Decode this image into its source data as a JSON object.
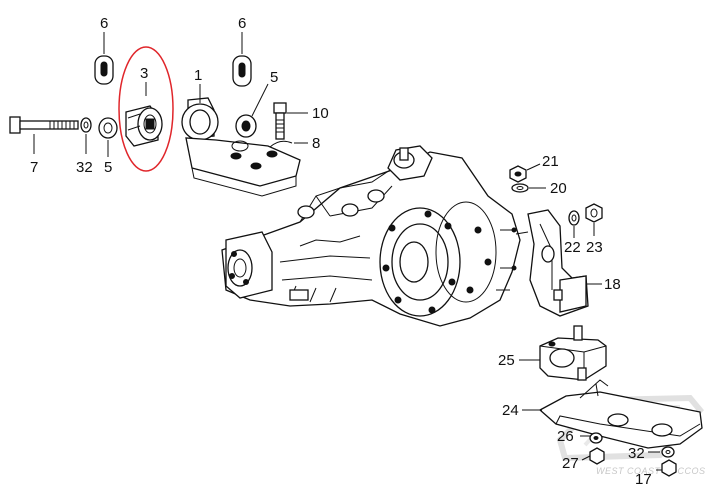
{
  "diagram": {
    "callouts": {
      "c1": "1",
      "c3": "3",
      "c5a": "5",
      "c5b": "5",
      "c6a": "6",
      "c6b": "6",
      "c7": "7",
      "c8": "8",
      "c10": "10",
      "c17": "17",
      "c18": "18",
      "c20": "20",
      "c21": "21",
      "c22": "22",
      "c23": "23",
      "c24": "24",
      "c25": "25",
      "c26": "26",
      "c27": "27",
      "c32a": "32",
      "c32b": "32"
    },
    "watermark": "WEST COAST KOCCOS",
    "highlight_color": "#e0262b",
    "line_color": "#111111"
  }
}
